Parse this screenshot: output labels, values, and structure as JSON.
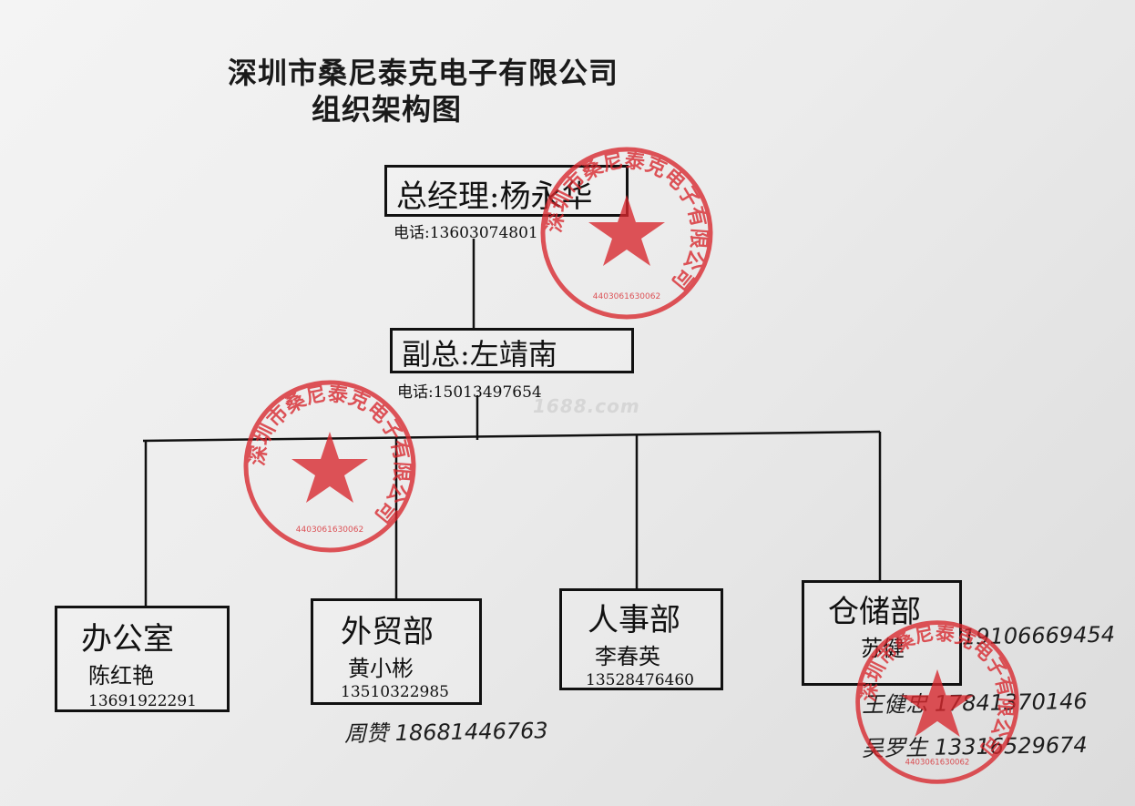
{
  "header": {
    "company": "深圳市桑尼泰克电子有限公司",
    "subtitle": "组织架构图"
  },
  "general_manager": {
    "title": "总经理:杨永华",
    "phone_label": "电话:",
    "phone": "13603074801"
  },
  "vice_manager": {
    "title": "副总:左靖南",
    "phone_label": "电话:",
    "phone": "15013497654"
  },
  "watermark": "1688.com",
  "departments": [
    {
      "name": "办公室",
      "person": "陈红艳",
      "phone": "13691922291"
    },
    {
      "name": "外贸部",
      "person": "黄小彬",
      "phone": "13510322985"
    },
    {
      "name": "人事部",
      "person": "李春英",
      "phone": "13528476460"
    },
    {
      "name": "仓储部",
      "person": "苏健",
      "phone": ""
    }
  ],
  "handwritten": {
    "foreign_trade_extra": "周赞 18681446763",
    "warehouse_phone": "19106669454",
    "warehouse_extra_1": "王健忠 17841370146",
    "warehouse_extra_2": "吴罗生 13316529674"
  },
  "stamp": {
    "text": "深圳市桑尼泰克电子有限公司",
    "code": "4403061630062",
    "color": "#d8262c"
  }
}
